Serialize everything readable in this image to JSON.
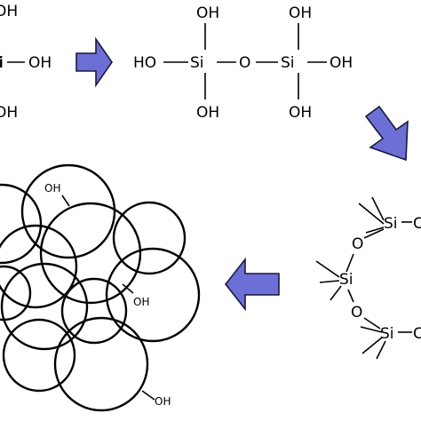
{
  "labels": {
    "oh": "OH",
    "ho": "HO",
    "si": "Si",
    "o": "O",
    "si_partial": "i",
    "c_partial": "C"
  },
  "colors": {
    "arrow_fill": "#6c6fd6",
    "arrow_stroke": "#1a1a3a",
    "line": "#000000"
  },
  "icons": {
    "step1": "arrow-right-icon",
    "step2": "arrow-down-right-icon",
    "step3": "arrow-left-icon"
  }
}
